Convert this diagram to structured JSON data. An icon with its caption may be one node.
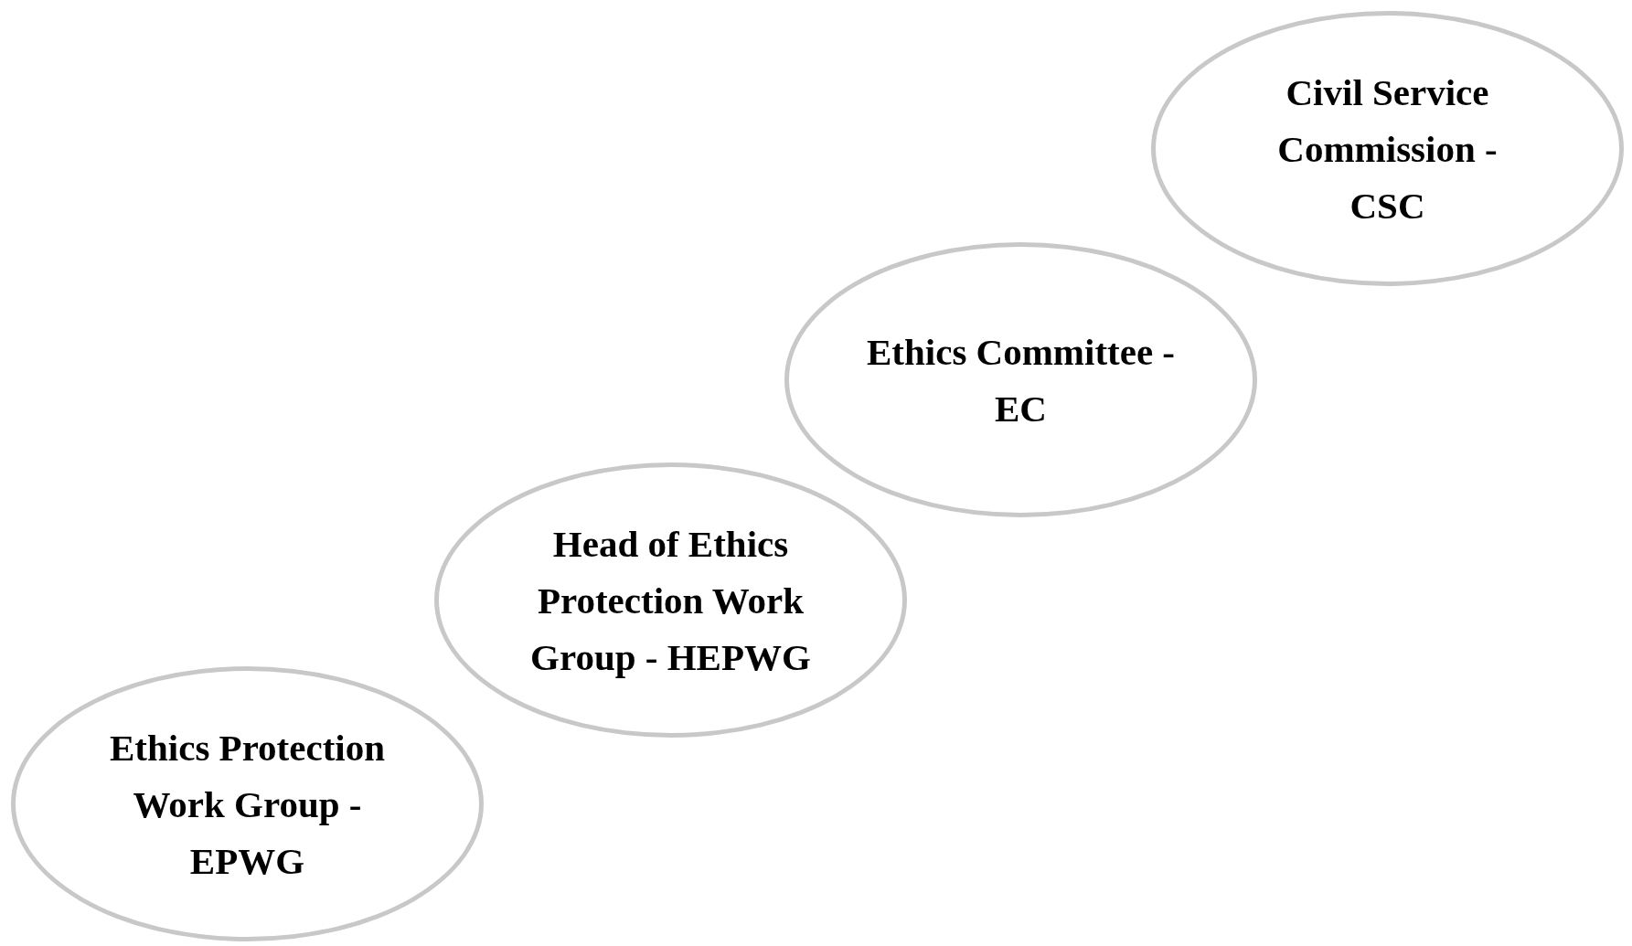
{
  "diagram": {
    "nodes": [
      {
        "text": [
          "Civil Service Commission - CSC"
        ]
      },
      {
        "text": [
          "Ethics Committee - EC"
        ]
      },
      {
        "text": [
          "Head of Ethics Protection Work Group - HEPWG"
        ]
      },
      {
        "text": [
          "Ethics Protection Work Group - EPWG"
        ]
      }
    ]
  }
}
